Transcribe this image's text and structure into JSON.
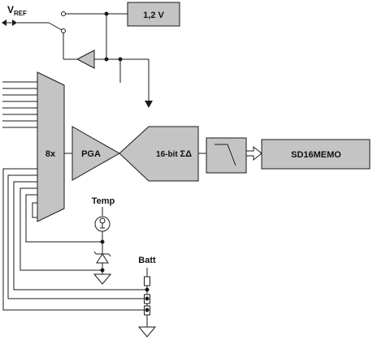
{
  "labels": {
    "vref_main": "V",
    "vref_sub": "REF",
    "ref_voltage": "1,2 V",
    "mux": "8x",
    "pga": "PGA",
    "adc_prefix": "16-bit ",
    "adc_symbol": "ΣΔ",
    "memory": "SD16MEMO",
    "temp": "Temp",
    "batt": "Batt"
  },
  "colors": {
    "block_fill": "#c4c4c4",
    "line": "#1a1a1a",
    "background": "#ffffff"
  },
  "mux_input_count": 8
}
